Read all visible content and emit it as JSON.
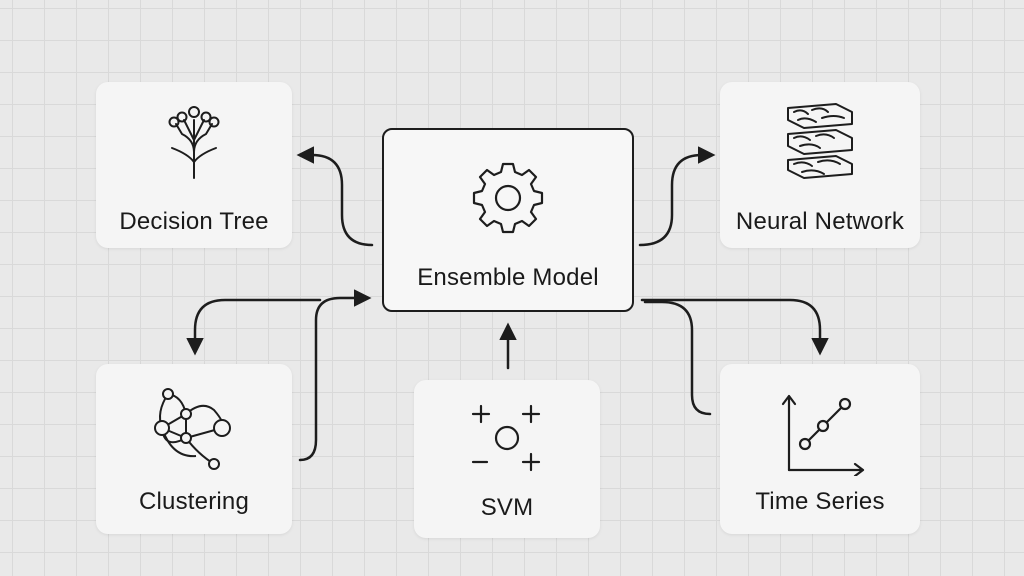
{
  "nodes": {
    "decision_tree": {
      "label": "Decision Tree",
      "icon": "tree-icon"
    },
    "ensemble": {
      "label": "Ensemble Model",
      "icon": "gear-icon"
    },
    "neural_network": {
      "label": "Neural Network",
      "icon": "brain-icon"
    },
    "clustering": {
      "label": "Clustering",
      "icon": "cluster-graph-icon"
    },
    "svm": {
      "label": "SVM",
      "icon": "svm-plus-minus-icon"
    },
    "time_series": {
      "label": "Time Series",
      "icon": "line-chart-icon"
    }
  },
  "colors": {
    "background": "#e9e9e9",
    "grid": "#d9d9d9",
    "card": "#f5f5f5",
    "stroke": "#1d1d1d"
  }
}
